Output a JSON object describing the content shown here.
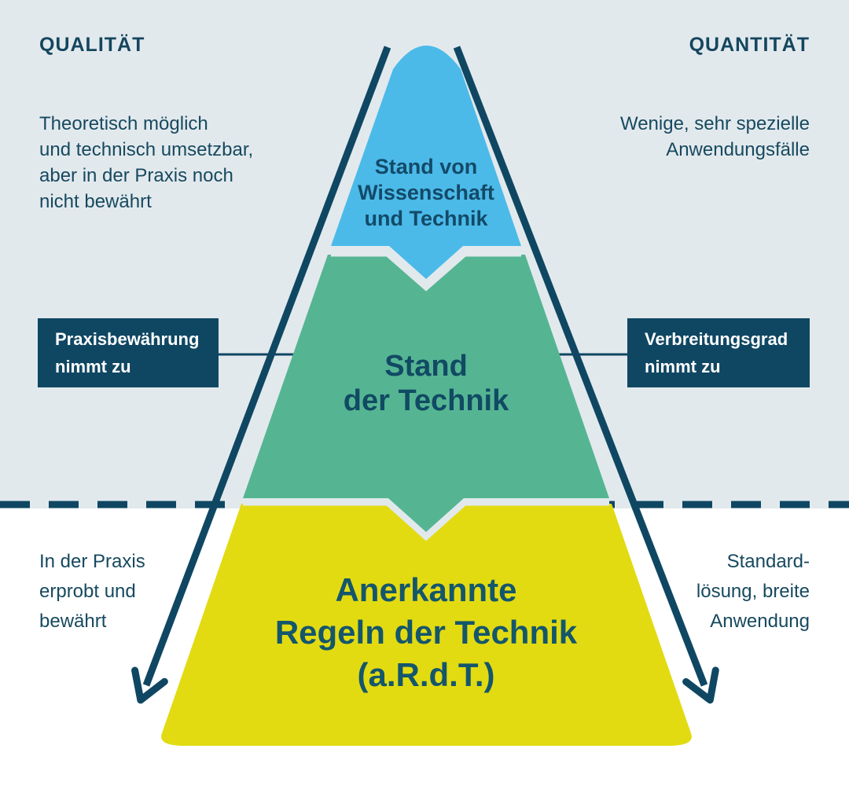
{
  "colors": {
    "bg_top": "#e2e9ed",
    "bg_bottom": "#ffffff",
    "navy": "#0f4763",
    "blue_segment": "#4bbae9",
    "teal_segment": "#55b593",
    "yellow_segment": "#e2db12"
  },
  "left_column": {
    "heading": "QUALITÄT",
    "top_text": "Theoretisch möglich\nund technisch umsetzbar,\naber in der Praxis noch\nnicht bewährt",
    "callout": "Praxisbewährung\nnimmt zu",
    "bottom_text": "In der Praxis\nerprobt und\nbewährt"
  },
  "right_column": {
    "heading": "QUANTITÄT",
    "top_text": "Wenige, sehr spezielle\nAnwendungsfälle",
    "callout": "Verbreitungsgrad\nnimmt zu",
    "bottom_text": "Standard-\nlösung, breite\nAnwendung"
  },
  "pyramid": {
    "top_label": "Stand von\nWissenschaft\nund Technik",
    "middle_label": "Stand\nder Technik",
    "bottom_label": "Anerkannte\nRegeln der Technik\n(a.R.d.T.)"
  }
}
